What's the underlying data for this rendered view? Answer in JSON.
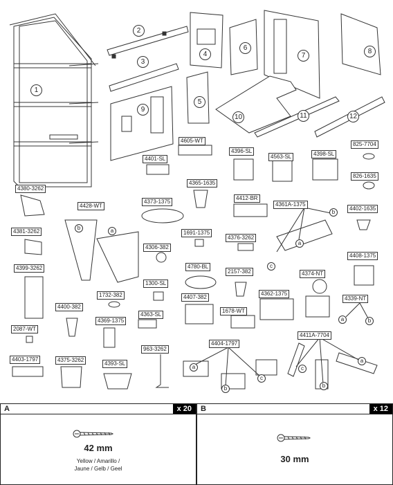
{
  "panel_numbers": [
    "1",
    "2",
    "3",
    "4",
    "5",
    "6",
    "7",
    "8",
    "9",
    "10",
    "11",
    "12"
  ],
  "part_codes": {
    "p4605": "4605-WT",
    "p4401": "4401-SL",
    "p4396": "4396-SL",
    "p4563": "4563-SL",
    "p4398": "4398-SL",
    "p825": "825-7704",
    "p826": "826-1635",
    "p4380": "4380-3262",
    "p4428": "4428-WT",
    "p4373": "4373-1375",
    "p4365": "4365-1635",
    "p4412": "4412-BR",
    "p4361a": "4361A-1375",
    "p4402": "4402-1635",
    "p4381": "4381-3262",
    "p1691": "1691-1375",
    "p4376": "4376-3262",
    "p4306": "4306-382",
    "p4780": "4780-BL",
    "p2157": "2157-382",
    "p4408": "4408-1375",
    "p4399": "4399-3262",
    "p1300": "1300-SL",
    "p4374": "4374-NT",
    "p1732": "1732-382",
    "p4407": "4407-382",
    "p4362": "4362-1375",
    "p4339": "4339-NT",
    "p4400": "4400-382",
    "p4363": "4363-SL",
    "p1678": "1678-WT",
    "p4369": "4369-1375",
    "p2087": "2087-WT",
    "p963": "963-3262",
    "p4404": "4404-1797",
    "p4411a": "4411A-7704",
    "p4403": "4403-1797",
    "p4375": "4375-3262",
    "p4393": "4393-SL"
  },
  "sub_letters": {
    "a": "a",
    "b": "b",
    "c": "c"
  },
  "hardware": [
    {
      "letter": "A",
      "qty": "x 20",
      "length": "42 mm",
      "colors_line1": "Yellow  / Amarillo /",
      "colors_line2": "Jaune / Gelb / Geel"
    },
    {
      "letter": "B",
      "qty": "x 12",
      "length": "30 mm"
    }
  ]
}
